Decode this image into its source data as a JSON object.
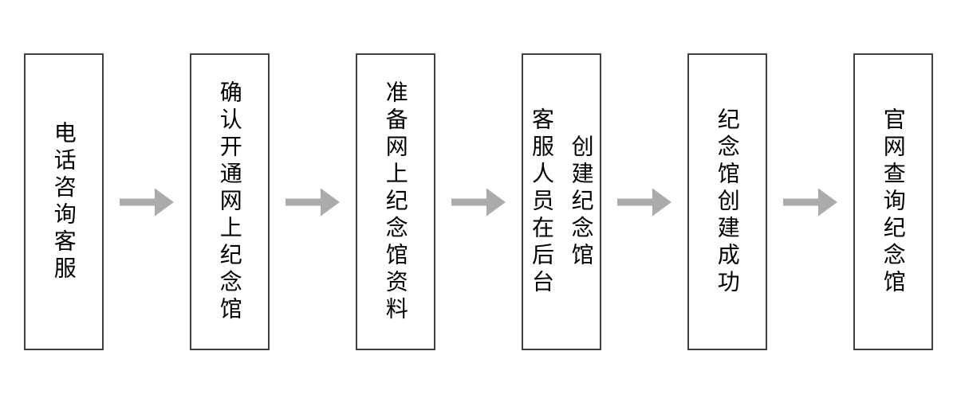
{
  "flowchart": {
    "steps": [
      {
        "lines": [
          "电话咨询客服"
        ]
      },
      {
        "lines": [
          "确认开通网上纪念馆"
        ]
      },
      {
        "lines": [
          "准备网上纪念馆资料"
        ]
      },
      {
        "lines": [
          "客服人员在后台",
          "创建纪念馆"
        ]
      },
      {
        "lines": [
          "纪念馆创建成功"
        ]
      },
      {
        "lines": [
          "官网查询纪念馆"
        ]
      }
    ],
    "colors": {
      "background": "#ffffff",
      "box_border": "#404040",
      "box_fill": "#ffffff",
      "text": "#000000",
      "arrow": "#ababab"
    }
  }
}
